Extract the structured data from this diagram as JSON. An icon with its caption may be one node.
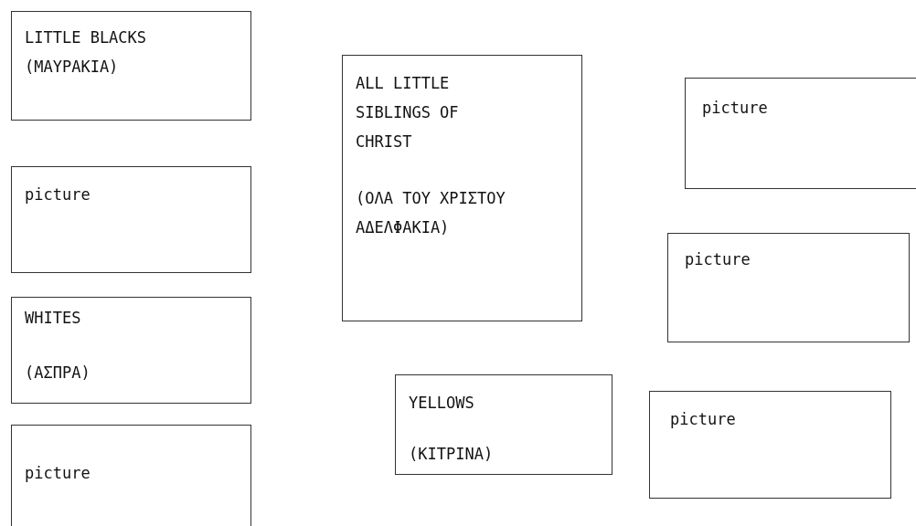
{
  "diagram": {
    "nodes": [
      {
        "text": [
          "LITTLE BLACKS",
          "(ΜΑΥΡΑΚΙΑ)"
        ]
      },
      {
        "text": [
          "ALL LITTLE SIBLINGS OF CHRIST",
          "(ΟΛΑ ΤΟΥ ΧΡΙΣΤΟΥ ΑΔΕΛΦΑΚΙΑ)"
        ]
      },
      {
        "text": [
          "picture"
        ]
      },
      {
        "text": [
          "picture"
        ]
      },
      {
        "text": [
          "picture"
        ]
      },
      {
        "text": [
          "WHITES",
          "(ΑΣΠΡΑ)"
        ]
      },
      {
        "text": [
          "YELLOWS",
          "(ΚΙΤΡΙΝΑ)"
        ]
      },
      {
        "text": [
          "picture"
        ]
      },
      {
        "text": [
          "picture"
        ]
      }
    ]
  }
}
